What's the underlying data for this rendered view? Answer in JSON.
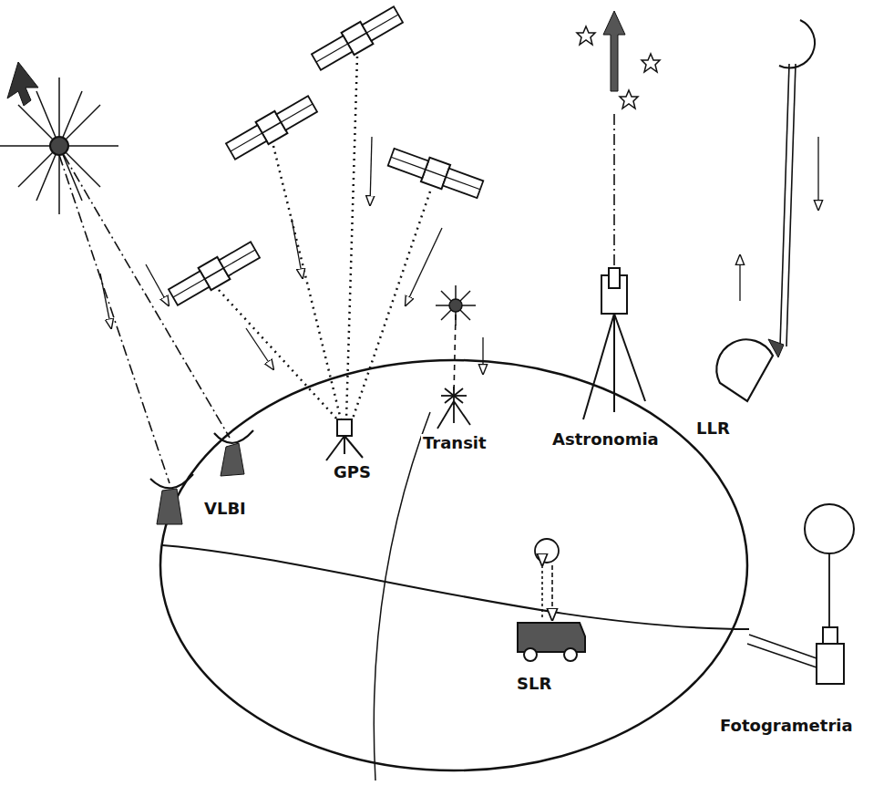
{
  "diagram": {
    "labels": [
      "VLBI",
      "GPS",
      "Transit",
      "Astronomia",
      "LLR",
      "SLR",
      "Fotogrametria"
    ]
  }
}
